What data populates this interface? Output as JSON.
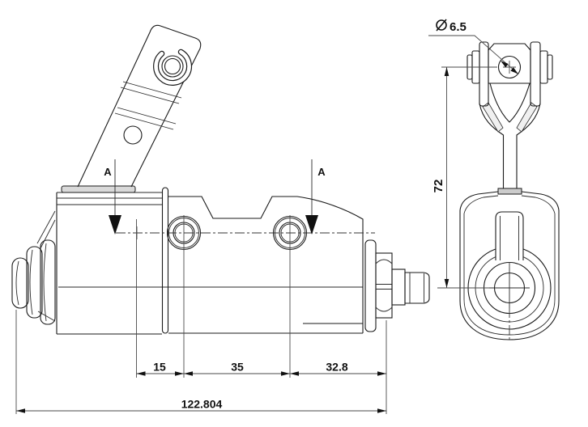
{
  "annotations": {
    "diameter_callout": {
      "symbol": "⌀",
      "value": "6.5"
    },
    "height_dim": {
      "value": "72"
    },
    "chain_dims": [
      {
        "value": "15"
      },
      {
        "value": "35"
      },
      {
        "value": "32.8"
      }
    ],
    "overall_dim": {
      "value": "122.804"
    },
    "section_markers": [
      {
        "label": "A"
      },
      {
        "label": "A"
      }
    ]
  },
  "colors": {
    "line": "#1a1a1a",
    "dim_line": "#4a4a4a",
    "metal_fill": "#d9d9d9",
    "background": "#ffffff"
  }
}
